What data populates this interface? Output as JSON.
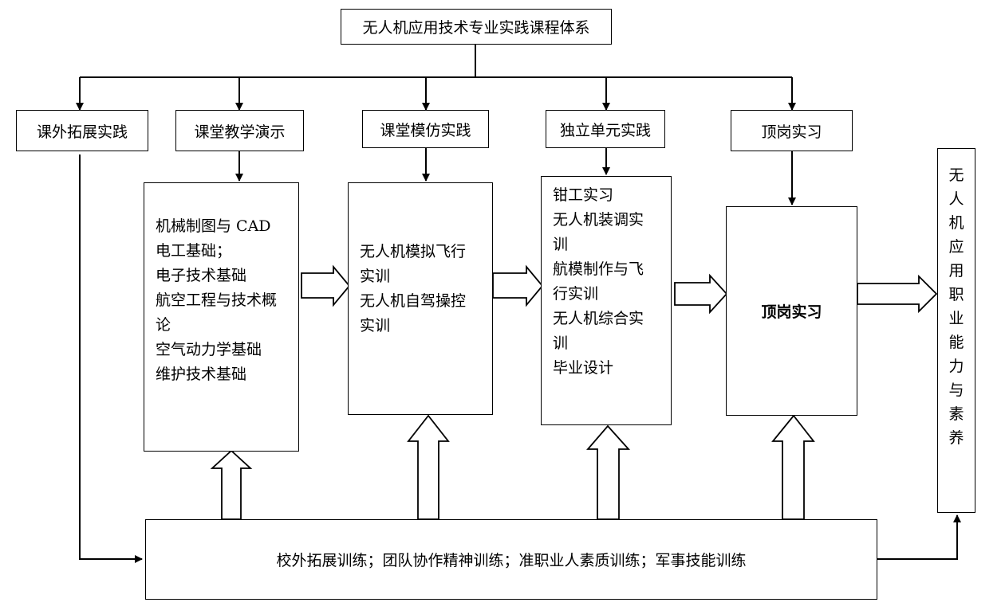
{
  "root": {
    "title": "无人机应用技术专业实践课程体系"
  },
  "categories": [
    {
      "label": "课外拓展实践"
    },
    {
      "label": "课堂教学演示"
    },
    {
      "label": "课堂模仿实践"
    },
    {
      "label": "独立单元实践"
    },
    {
      "label": "顶岗实习"
    }
  ],
  "courses": {
    "teaching_demo": [
      "机械制图与 CAD",
      "电工基础；",
      "电子技术基础",
      "航空工程与技术概",
      "论",
      "空气动力学基础",
      "维护技术基础"
    ],
    "imitation": [
      "无人机模拟飞行",
      "实训",
      "无人机自驾操控",
      "实训"
    ],
    "independent": [
      "钳工实习",
      "无人机装调实",
      "训",
      "航模制作与飞",
      "行实训",
      "无人机综合实",
      "训",
      "毕业设计"
    ],
    "internship": "顶岗实习"
  },
  "training": {
    "label": "校外拓展训练；团队协作精神训练；准职业人素质训练；军事技能训练"
  },
  "outcome": {
    "chars": [
      "无",
      "人",
      "机",
      "应",
      "用",
      "职",
      "业",
      "能",
      "力",
      "与",
      "素",
      "养"
    ]
  }
}
